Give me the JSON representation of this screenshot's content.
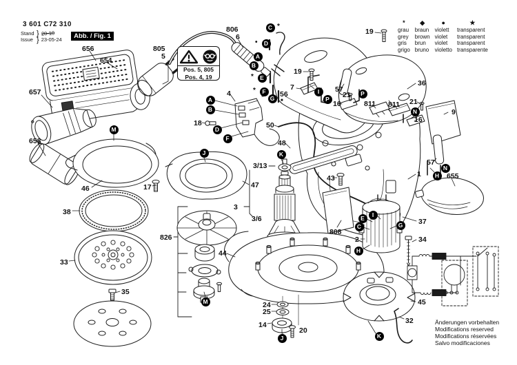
{
  "header": {
    "part_number": "3 601 C72 310",
    "stand_label": "Stand",
    "issue_label": "Issue",
    "brace": "}",
    "old_date": "20-10",
    "date": "23-05-24",
    "fig_label": "Abb. / Fig. 1"
  },
  "legend": {
    "columns": [
      {
        "symbol": "*",
        "rows": [
          "grau",
          "grey",
          "gris",
          "grigo"
        ]
      },
      {
        "symbol": "◆",
        "rows": [
          "braun",
          "brown",
          "brun",
          "bruno"
        ]
      },
      {
        "symbol": "●",
        "rows": [
          "violett",
          "violet",
          "violet",
          "violetto"
        ]
      },
      {
        "symbol": "★",
        "rows": [
          "transparent",
          "transparent",
          "transparent",
          "transparente"
        ]
      }
    ]
  },
  "warning_box": {
    "line1": "Pos. 5, 805",
    "line2": "Pos. 4, 19",
    "icons": [
      "warning-triangle-icon",
      "service-person-icon"
    ]
  },
  "notices": [
    "Änderungen vorbehalten",
    "Modifications reserved",
    "Modifications réservées",
    "Salvo modificaciones"
  ],
  "part_labels": [
    {
      "id": "p656",
      "text": "656"
    },
    {
      "id": "p654",
      "text": "654"
    },
    {
      "id": "p657",
      "text": "657"
    },
    {
      "id": "p658",
      "text": "658"
    },
    {
      "id": "p805",
      "text": "805"
    },
    {
      "id": "p5",
      "text": "5"
    },
    {
      "id": "p806",
      "text": "806"
    },
    {
      "id": "p6",
      "text": "6"
    },
    {
      "id": "p19a",
      "text": "19"
    },
    {
      "id": "p19b",
      "text": "19"
    },
    {
      "id": "p36",
      "text": "36"
    },
    {
      "id": "p7",
      "text": "7"
    },
    {
      "id": "p57a",
      "text": "57"
    },
    {
      "id": "p57b",
      "text": "57"
    },
    {
      "id": "p21a",
      "text": "21"
    },
    {
      "id": "p21b",
      "text": "21"
    },
    {
      "id": "p16a",
      "text": "16"
    },
    {
      "id": "p16b",
      "text": "16"
    },
    {
      "id": "p811a",
      "text": "811"
    },
    {
      "id": "p811b",
      "text": "811"
    },
    {
      "id": "p9",
      "text": "9"
    },
    {
      "id": "p4",
      "text": "4"
    },
    {
      "id": "p18",
      "text": "18"
    },
    {
      "id": "p56",
      "text": "56"
    },
    {
      "id": "p50",
      "text": "50"
    },
    {
      "id": "p48",
      "text": "48"
    },
    {
      "id": "p313",
      "text": "3/13"
    },
    {
      "id": "p3",
      "text": "3"
    },
    {
      "id": "p3_6",
      "text": "3/6"
    },
    {
      "id": "p43",
      "text": "43"
    },
    {
      "id": "p47",
      "text": "47"
    },
    {
      "id": "p808",
      "text": "808"
    },
    {
      "id": "p1",
      "text": "1"
    },
    {
      "id": "p655",
      "text": "655"
    },
    {
      "id": "p37",
      "text": "37"
    },
    {
      "id": "p2",
      "text": "2"
    },
    {
      "id": "p34",
      "text": "34"
    },
    {
      "id": "p46",
      "text": "46"
    },
    {
      "id": "p17",
      "text": "17"
    },
    {
      "id": "p38",
      "text": "38"
    },
    {
      "id": "p33",
      "text": "33"
    },
    {
      "id": "p35",
      "text": "35"
    },
    {
      "id": "p826",
      "text": "826"
    },
    {
      "id": "p44",
      "text": "44"
    },
    {
      "id": "p24",
      "text": "24"
    },
    {
      "id": "p25",
      "text": "25"
    },
    {
      "id": "p14",
      "text": "14"
    },
    {
      "id": "p20",
      "text": "20"
    },
    {
      "id": "p45",
      "text": "45"
    },
    {
      "id": "p32",
      "text": "32"
    }
  ],
  "callouts": [
    {
      "id": "cC1",
      "letter": "C",
      "marker": "*",
      "marker_side": "right"
    },
    {
      "id": "cD1",
      "letter": "D",
      "marker": "•",
      "marker_side": "left"
    },
    {
      "id": "cA1",
      "letter": "A"
    },
    {
      "id": "cB1",
      "letter": "B"
    },
    {
      "id": "cE1",
      "letter": "E",
      "marker": "*",
      "marker_side": "left"
    },
    {
      "id": "cF1",
      "letter": "F",
      "marker": "*",
      "marker_side": "left"
    },
    {
      "id": "cG1",
      "letter": "G",
      "marker": "*",
      "marker_side": "left"
    },
    {
      "id": "cA2",
      "letter": "A"
    },
    {
      "id": "cB2",
      "letter": "B"
    },
    {
      "id": "cD2",
      "letter": "D"
    },
    {
      "id": "cF2",
      "letter": "F"
    },
    {
      "id": "cI1",
      "letter": "I"
    },
    {
      "id": "cP1",
      "letter": "P"
    },
    {
      "id": "cP2",
      "letter": "P"
    },
    {
      "id": "cN1",
      "letter": "N"
    },
    {
      "id": "cN2",
      "letter": "N"
    },
    {
      "id": "cH1",
      "letter": "H"
    },
    {
      "id": "cH2",
      "letter": "H"
    },
    {
      "id": "cJ1",
      "letter": "J"
    },
    {
      "id": "cJ2",
      "letter": "J"
    },
    {
      "id": "cK1",
      "letter": "K"
    },
    {
      "id": "cK2",
      "letter": "K"
    },
    {
      "id": "cM1",
      "letter": "M"
    },
    {
      "id": "cM2",
      "letter": "M"
    },
    {
      "id": "cE2",
      "letter": "E"
    },
    {
      "id": "cI2",
      "letter": "I"
    },
    {
      "id": "cC2",
      "letter": "C"
    },
    {
      "id": "cG2",
      "letter": "G"
    }
  ],
  "markers": [
    {
      "id": "m56",
      "symbol": "■"
    }
  ],
  "colors": {
    "ink": "#1b1b1b",
    "badge_bg": "#000000",
    "fig_box_bg": "#000000",
    "fig_box_text": "#ffffff",
    "background": "#ffffff"
  }
}
